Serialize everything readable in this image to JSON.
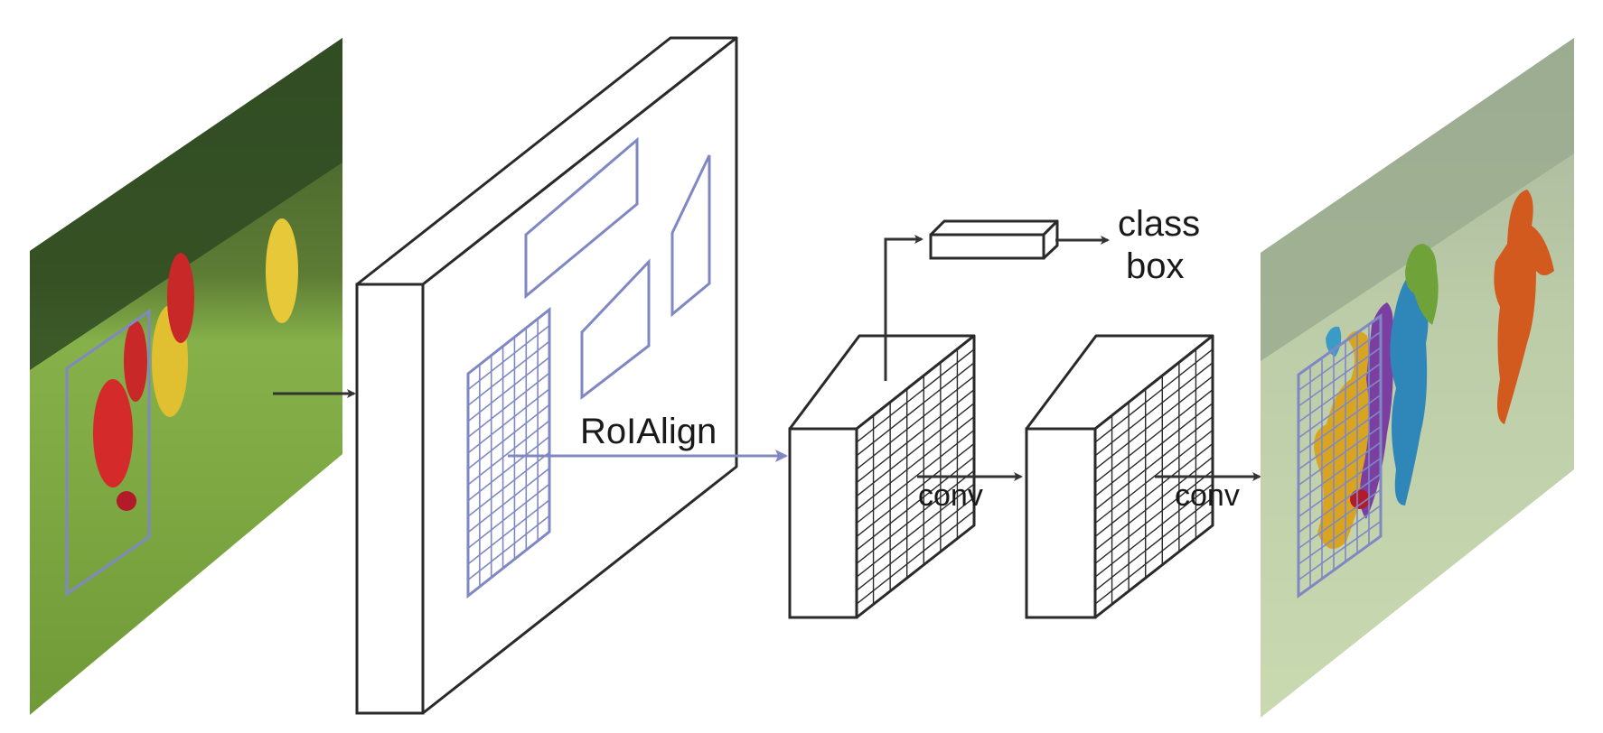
{
  "labels": {
    "roialign": "RoIAlign",
    "class": "class",
    "box": "box",
    "conv_1": "conv",
    "conv_2": "conv"
  },
  "colors": {
    "stroke": "#2a2a2a",
    "roi": "#8088c4",
    "arrow": "#333333",
    "mask_yellow": "#d9a520",
    "mask_purple": "#7a3fa0",
    "mask_blue": "#2f86b8",
    "mask_green": "#6fa33a",
    "mask_orange": "#d35a1e"
  }
}
